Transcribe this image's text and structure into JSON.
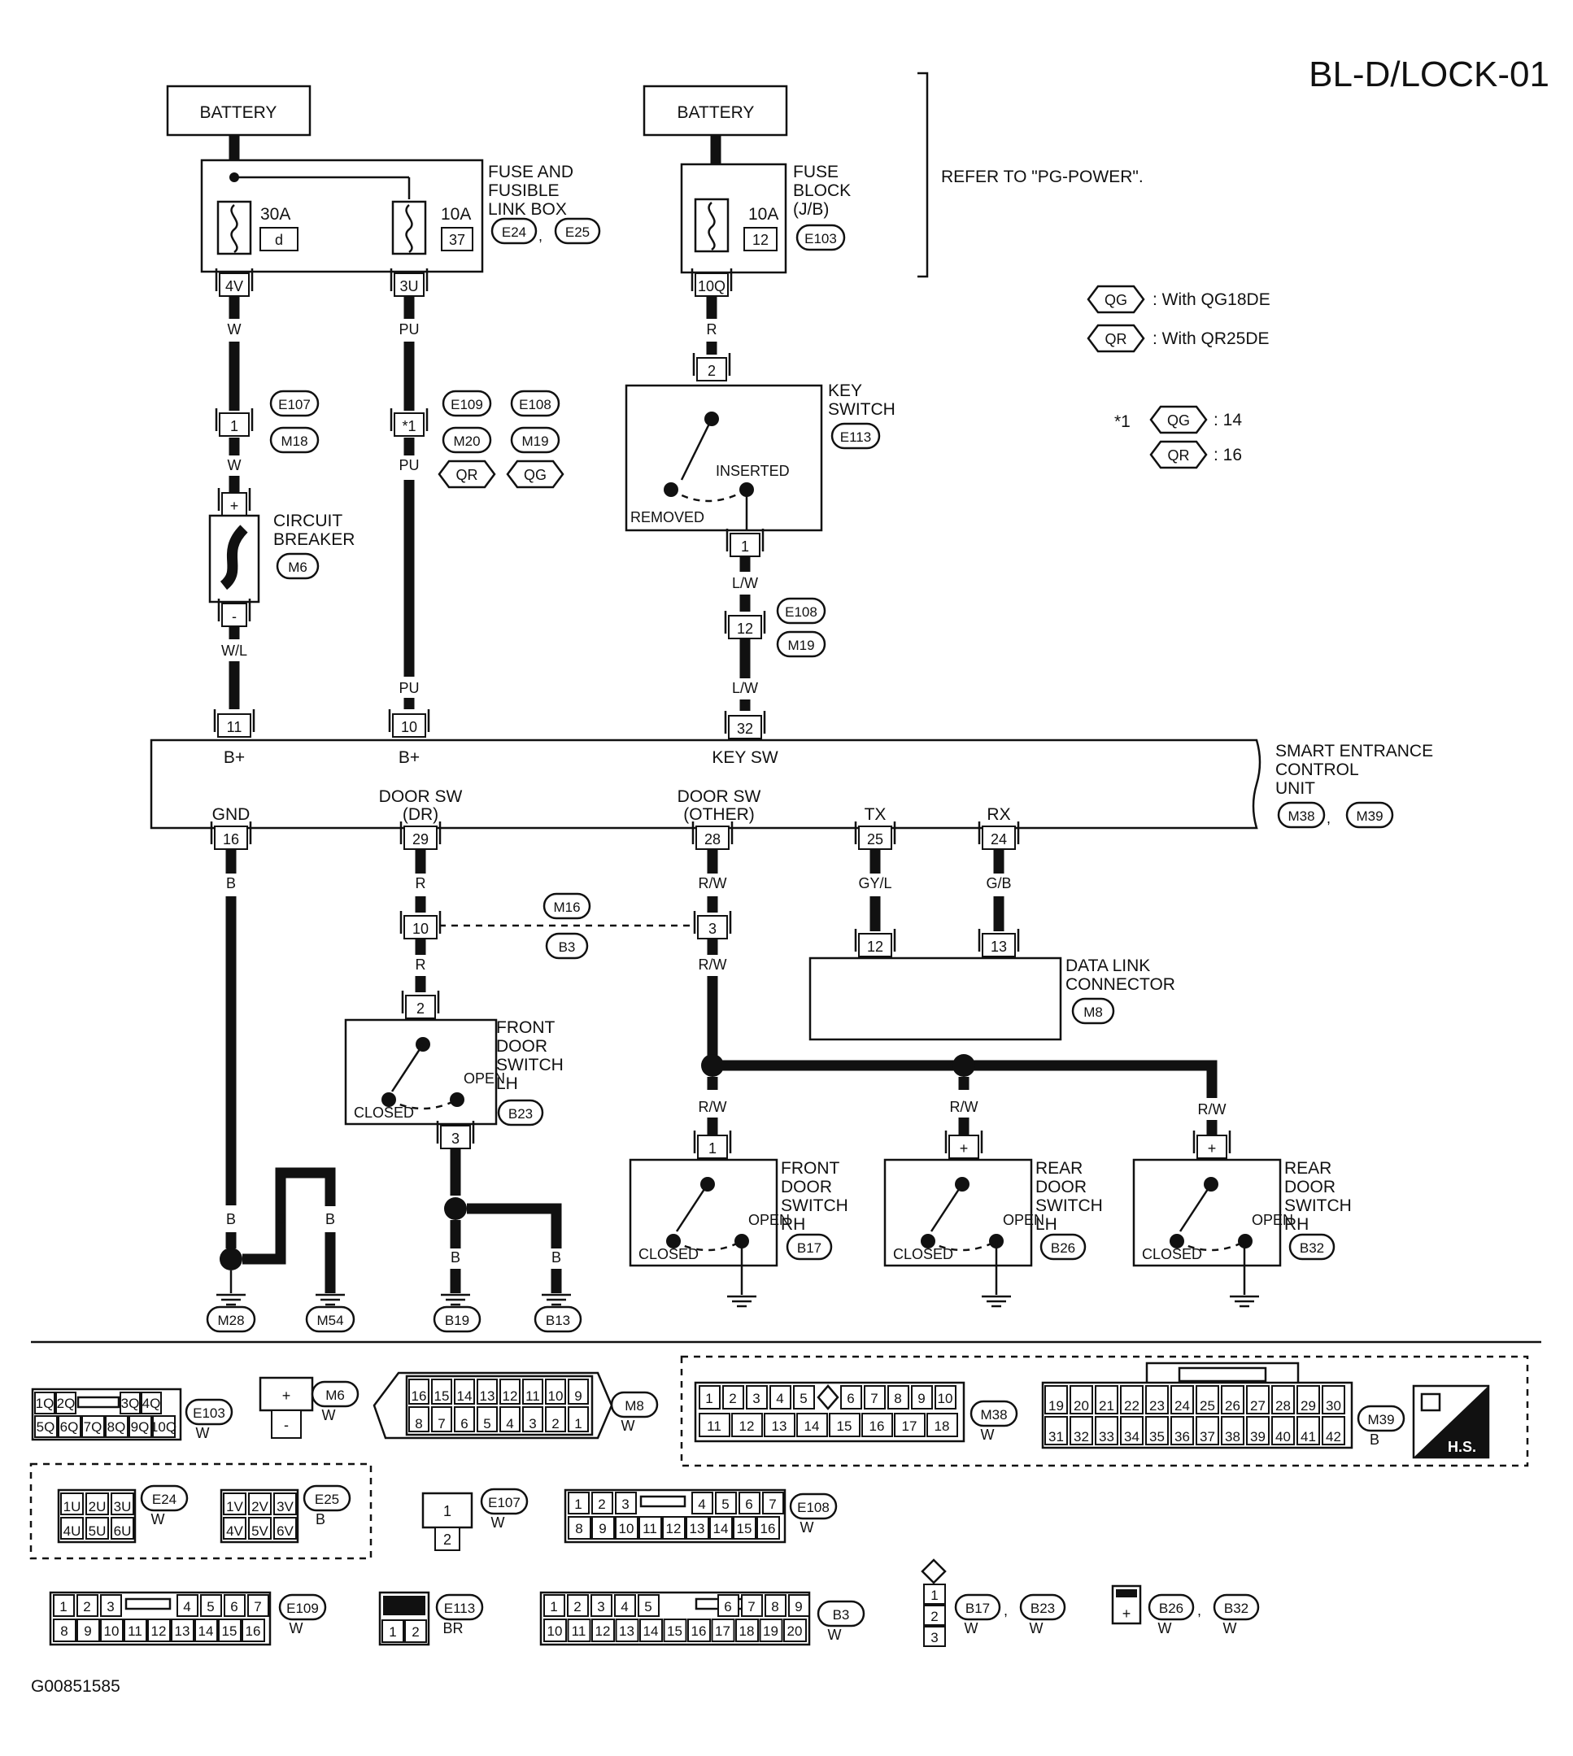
{
  "title": "BL-D/LOCK-01",
  "figure_id": "G00851585",
  "refer_note": "REFER TO \"PG-POWER\".",
  "legend": [
    {
      "tag": "QG",
      "desc": ": With QG18DE"
    },
    {
      "tag": "QR",
      "desc": ": With QR25DE"
    }
  ],
  "footnote": {
    "mark": "*1",
    "items": [
      {
        "tag": "QG",
        "value": ": 14"
      },
      {
        "tag": "QR",
        "value": ": 16"
      }
    ]
  },
  "battery_label": "BATTERY",
  "fuse_link_box": {
    "label": [
      "FUSE AND",
      "FUSIBLE",
      "LINK BOX"
    ],
    "fuse1": {
      "rating": "30A",
      "id": "d",
      "pin": "4V"
    },
    "fuse2": {
      "rating": "10A",
      "id": "37",
      "pin": "3U"
    },
    "connectors": [
      "E24",
      "E25"
    ]
  },
  "fuse_block": {
    "label": [
      "FUSE",
      "BLOCK",
      "(J/B)"
    ],
    "rating": "10A",
    "id": "12",
    "pin": "10Q",
    "connector": "E103"
  },
  "wires": {
    "w": "W",
    "pu": "PU",
    "r": "R",
    "lw": "L/W",
    "wl": "W/L",
    "b": "B",
    "rw": "R/W",
    "gyl": "GY/L",
    "gb": "G/B"
  },
  "pins": {
    "p1": "1",
    "p2": "2",
    "p3": "3",
    "p10": "10",
    "p11": "11",
    "p12": "12",
    "p13": "13",
    "p16": "16",
    "p24": "24",
    "p25": "25",
    "p28": "28",
    "p29": "29",
    "p32": "32",
    "star1": "*1",
    "plus": "+",
    "minus": "-"
  },
  "connector_tags": {
    "e107": "E107",
    "m18": "M18",
    "e109": "E109",
    "e108": "E108",
    "m20": "M20",
    "m19": "M19",
    "qr": "QR",
    "qg": "QG",
    "m6": "M6",
    "e113": "E113",
    "m16": "M16",
    "b3": "B3",
    "m8": "M8",
    "b23": "B23",
    "b17": "B17",
    "b26": "B26",
    "b32": "B32",
    "m38": "M38",
    "m39": "M39",
    "m28": "M28",
    "m54": "M54",
    "b19": "B19",
    "b13": "B13"
  },
  "key_switch": {
    "label": [
      "KEY",
      "SWITCH"
    ],
    "inserted": "INSERTED",
    "removed": "REMOVED"
  },
  "circuit_breaker": {
    "label": [
      "CIRCUIT",
      "BREAKER"
    ]
  },
  "seu": {
    "label": [
      "SMART ENTRANCE",
      "CONTROL",
      "UNIT"
    ],
    "b_plus": "B+",
    "key_sw": "KEY SW",
    "gnd": "GND",
    "door_sw_dr": [
      "DOOR SW",
      "(DR)"
    ],
    "door_sw_other": [
      "DOOR SW",
      "(OTHER)"
    ],
    "tx": "TX",
    "rx": "RX"
  },
  "dlc": {
    "label": [
      "DATA LINK",
      "CONNECTOR"
    ]
  },
  "switch_states": {
    "open": "OPEN",
    "closed": "CLOSED"
  },
  "door_switches": {
    "front_lh": [
      "FRONT",
      "DOOR",
      "SWITCH",
      "LH"
    ],
    "front_rh": [
      "FRONT",
      "DOOR",
      "SWITCH",
      "RH"
    ],
    "rear_lh": [
      "REAR",
      "DOOR",
      "SWITCH",
      "LH"
    ],
    "rear_rh": [
      "REAR",
      "DOOR",
      "SWITCH",
      "RH"
    ]
  },
  "connector_views": {
    "e103": {
      "top": [
        "1Q",
        "2Q",
        "",
        "3Q",
        "4Q"
      ],
      "bottom": [
        "5Q",
        "6Q",
        "7Q",
        "8Q",
        "9Q",
        "10Q"
      ],
      "color": "W"
    },
    "m6": {
      "pins": [
        "+",
        "-"
      ],
      "color": "W"
    },
    "m8": {
      "top": [
        "16",
        "15",
        "14",
        "13",
        "12",
        "11",
        "10",
        "9"
      ],
      "bottom": [
        "8",
        "7",
        "6",
        "5",
        "4",
        "3",
        "2",
        "1"
      ],
      "color": "W"
    },
    "m38": {
      "top": [
        "1",
        "2",
        "3",
        "4",
        "5",
        "",
        "6",
        "7",
        "8",
        "9",
        "10"
      ],
      "bottom": [
        "11",
        "12",
        "13",
        "14",
        "15",
        "16",
        "17",
        "18"
      ],
      "color": "W"
    },
    "m39": {
      "top": [
        "19",
        "20",
        "21",
        "22",
        "23",
        "24",
        "25",
        "26",
        "27",
        "28",
        "29",
        "30"
      ],
      "bottom": [
        "31",
        "32",
        "33",
        "34",
        "35",
        "36",
        "37",
        "38",
        "39",
        "40",
        "41",
        "42"
      ],
      "color": "B"
    },
    "hs": "H.S.",
    "e24": {
      "top": [
        "1U",
        "2U",
        "3U"
      ],
      "bottom": [
        "4U",
        "5U",
        "6U"
      ],
      "color": "W"
    },
    "e25": {
      "top": [
        "1V",
        "2V",
        "3V"
      ],
      "bottom": [
        "4V",
        "5V",
        "6V"
      ],
      "color": "B"
    },
    "e107": {
      "pins": [
        "1",
        "2"
      ],
      "color": "W"
    },
    "e108": {
      "top": [
        "1",
        "2",
        "3",
        "",
        "4",
        "5",
        "6",
        "7"
      ],
      "bottom": [
        "8",
        "9",
        "10",
        "11",
        "12",
        "13",
        "14",
        "15",
        "16"
      ],
      "color": "W"
    },
    "e109": {
      "top": [
        "1",
        "2",
        "3",
        "",
        "4",
        "5",
        "6",
        "7"
      ],
      "bottom": [
        "8",
        "9",
        "10",
        "11",
        "12",
        "13",
        "14",
        "15",
        "16"
      ],
      "color": "W"
    },
    "e113": {
      "pins": [
        "1",
        "2"
      ],
      "color": "BR"
    },
    "b3": {
      "top": [
        "1",
        "2",
        "3",
        "4",
        "5",
        "",
        "6",
        "7",
        "8",
        "9"
      ],
      "bottom": [
        "10",
        "11",
        "12",
        "13",
        "14",
        "15",
        "16",
        "17",
        "18",
        "19",
        "20"
      ],
      "color": "W"
    },
    "b17b23": {
      "pins": [
        "1",
        "2",
        "3"
      ],
      "color": "W"
    },
    "b26b32": {
      "pins": [
        "+"
      ],
      "color": "W"
    }
  }
}
